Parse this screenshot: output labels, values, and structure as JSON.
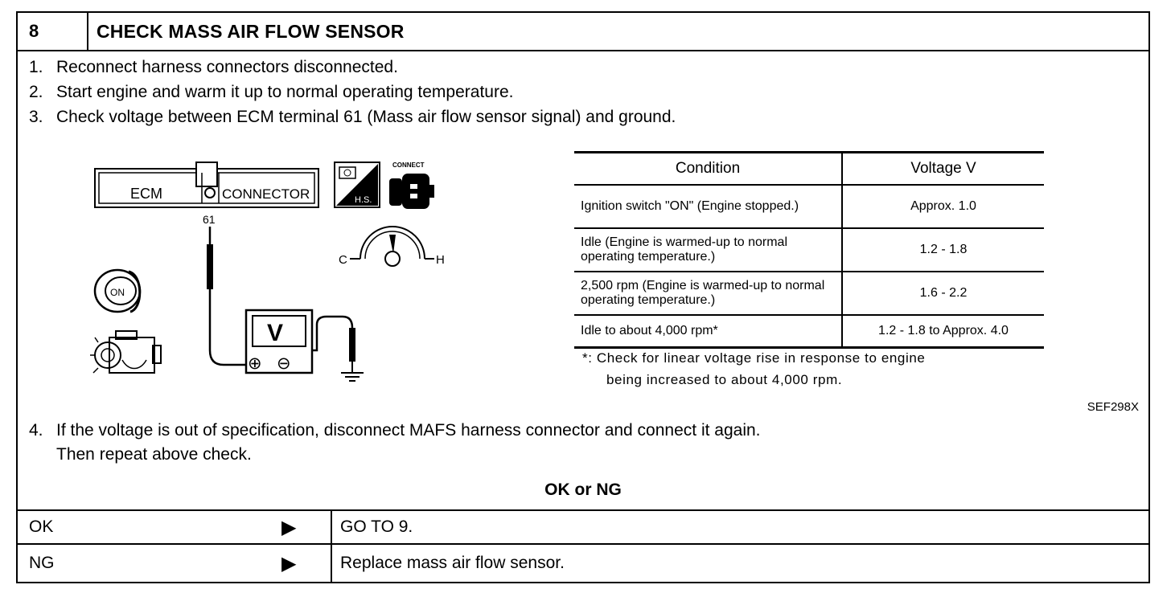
{
  "header": {
    "number": "8",
    "title": "CHECK MASS AIR FLOW SENSOR"
  },
  "steps": [
    {
      "num": "1.",
      "text": "Reconnect harness connectors disconnected."
    },
    {
      "num": "2.",
      "text": "Start engine and warm it up to normal operating temperature."
    },
    {
      "num": "3.",
      "text": "Check voltage between ECM terminal 61 (Mass air flow sensor signal) and ground."
    }
  ],
  "diagram": {
    "ecm_label": "ECM",
    "connector_label": "CONNECTOR",
    "terminal": "61",
    "meter_label": "V",
    "plus": "⊕",
    "minus": "⊖",
    "hs_label": "H.S.",
    "connect_label": "CONNECT",
    "gauge_c": "C",
    "gauge_h": "H",
    "key_label": "ON",
    "ref_code": "SEF298X"
  },
  "spec_table": {
    "headers": [
      "Condition",
      "Voltage V"
    ],
    "rows": [
      {
        "condition": "Ignition switch \"ON\" (Engine stopped.)",
        "voltage": "Approx. 1.0"
      },
      {
        "condition": "Idle (Engine is warmed-up to normal operating temperature.)",
        "voltage": "1.2 - 1.8"
      },
      {
        "condition": "2,500 rpm (Engine is warmed-up to normal operating temperature.)",
        "voltage": "1.6 - 2.2"
      },
      {
        "condition": "Idle to about 4,000 rpm*",
        "voltage": "1.2 - 1.8 to Approx. 4.0"
      }
    ]
  },
  "note": {
    "mark": "*:",
    "line1": "Check for linear voltage rise in response to engine",
    "line2": "being increased to about 4,000 rpm."
  },
  "step4": {
    "num": "4.",
    "line1": "If the voltage is out of specification, disconnect MAFS harness connector and connect it again.",
    "line2": "Then repeat above check."
  },
  "result": {
    "label": "OK or NG",
    "rows": [
      {
        "key": "OK",
        "arrow": "▶",
        "action": "GO TO 9."
      },
      {
        "key": "NG",
        "arrow": "▶",
        "action": "Replace mass air flow sensor."
      }
    ]
  }
}
